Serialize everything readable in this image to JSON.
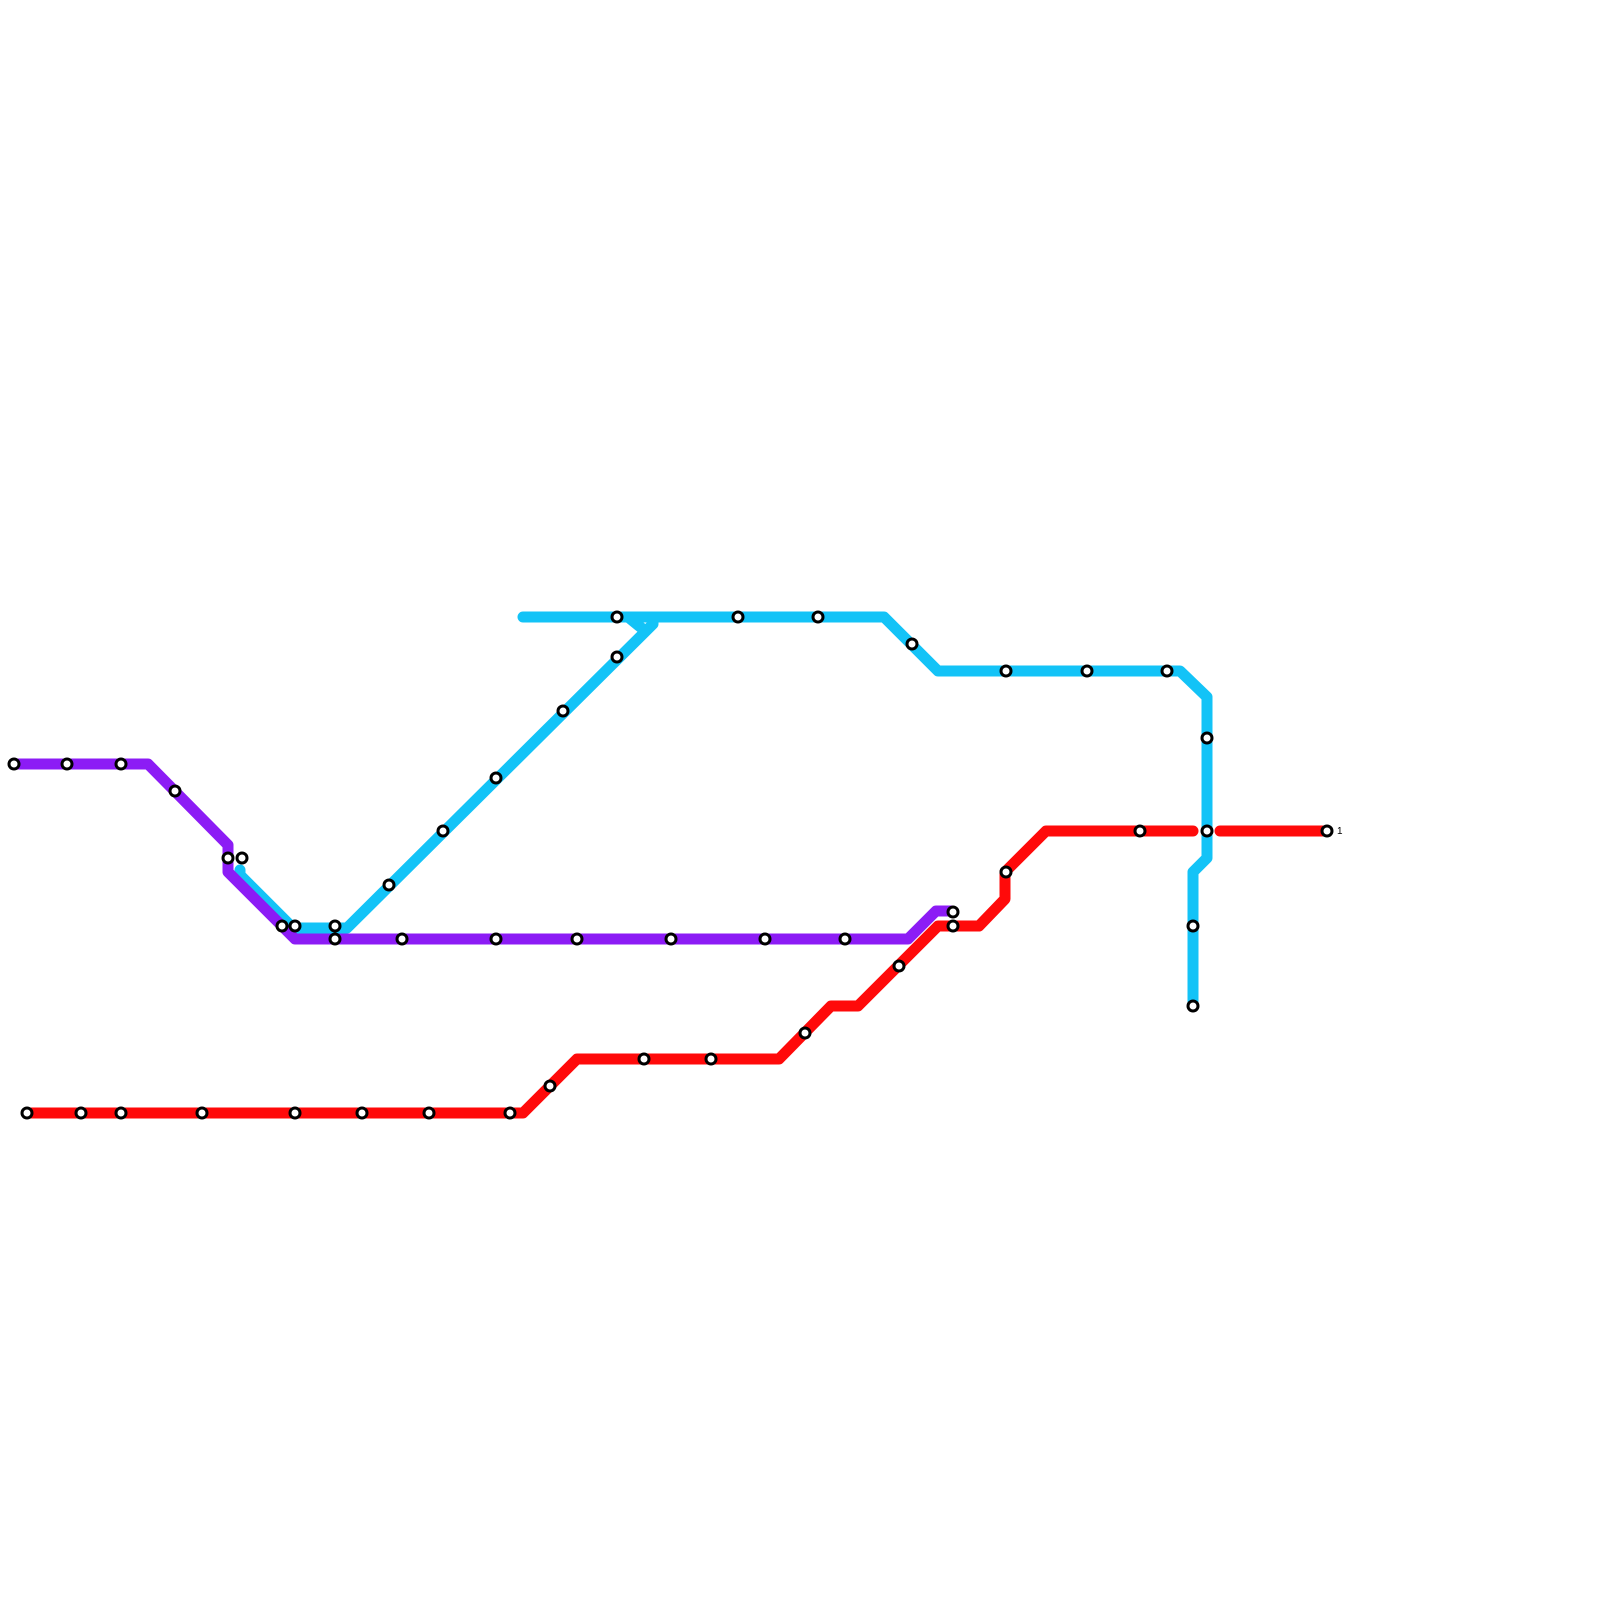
{
  "map": {
    "background": "#ffffff",
    "lines": [
      {
        "id": "cyan",
        "color": "#13c3f7"
      },
      {
        "id": "purple",
        "color": "#8c1cf5"
      },
      {
        "id": "red",
        "color": "#ff0a0a"
      }
    ],
    "labels": {
      "red_east_terminus": "1"
    }
  }
}
